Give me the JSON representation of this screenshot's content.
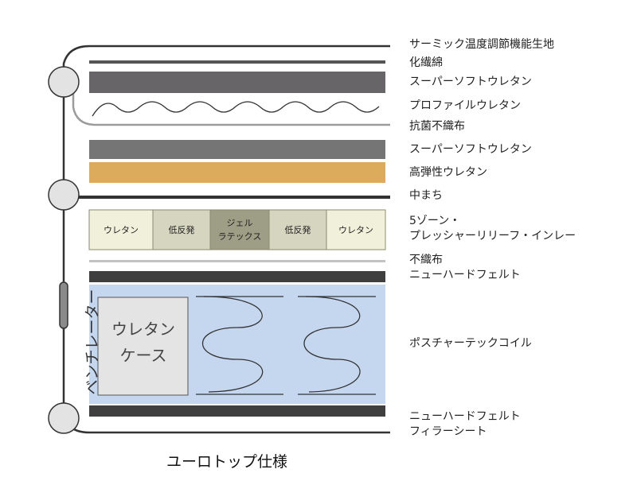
{
  "caption": "ユーロトップ仕様",
  "side_label": "ベンチレーター",
  "layers": {
    "thermic": "サーミック温度調節機能生地",
    "fiber_cotton": "化繊綿",
    "super_soft_top": "スーパーソフトウレタン",
    "profile": "プロファイルウレタン",
    "antibacterial": "抗菌不織布",
    "super_soft_mid": "スーパーソフトウレタン",
    "high_resilience": "高弾性ウレタン",
    "nakamachi": "中まち",
    "zone_line1": "5ゾーン・",
    "zone_line2": "プレッシャーリリーフ・インレー",
    "nonwoven_line1": "不織布",
    "nonwoven_line2": "ニューハードフェルト",
    "coil": "ポスチャーテックコイル",
    "bottom_line1": "ニューハードフェルト",
    "bottom_line2": "フィラーシート"
  },
  "zones": [
    {
      "lines": [
        "ウレタン"
      ]
    },
    {
      "lines": [
        "低反発"
      ]
    },
    {
      "lines": [
        "ジェル",
        "ラテックス"
      ]
    },
    {
      "lines": [
        "低反発"
      ]
    },
    {
      "lines": [
        "ウレタン"
      ]
    }
  ],
  "urethane_case": [
    "ウレタン",
    "ケース"
  ],
  "colors": {
    "dark_gray": "#676568",
    "mid_gray": "#757575",
    "charcoal": "#3f3f3f",
    "gold": "#dcab5c",
    "cream": "#f1f1db",
    "sage": "#d5d5c0",
    "olive": "#9e9e86",
    "coil_bg": "#c5d7ef",
    "light_line": "#c2c2c2",
    "vent_fill": "#e3e3e3"
  }
}
